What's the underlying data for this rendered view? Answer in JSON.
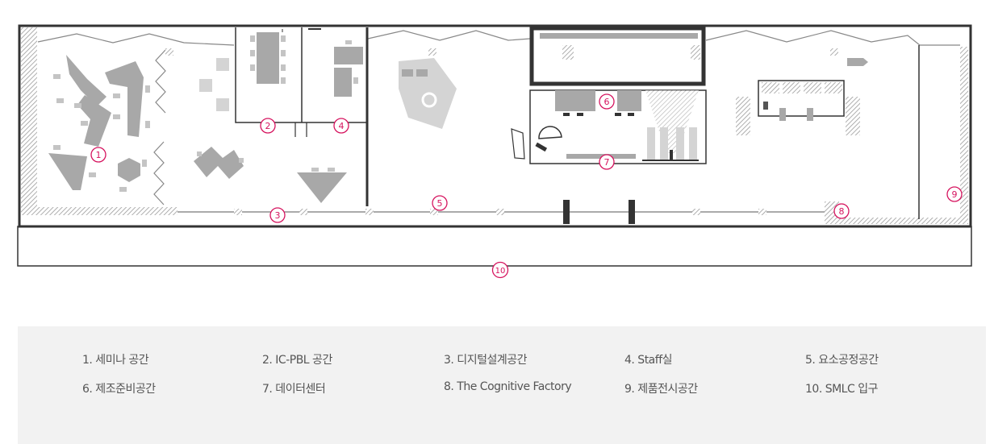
{
  "colors": {
    "accent": "#d6145f",
    "wall": "#333333",
    "furniture": "#a8a8a8",
    "light_furniture": "#d4d4d4",
    "legend_bg": "#f2f2f2"
  },
  "markers": [
    "1",
    "2",
    "3",
    "4",
    "5",
    "6",
    "7",
    "8",
    "9",
    "10"
  ],
  "legend": {
    "items": [
      "1. 세미나 공간",
      "2. IC-PBL 공간",
      "3. 디지털설계공간",
      "4. Staff실",
      "5. 요소공정공간",
      "6. 제조준비공간",
      "7. 데이터센터",
      "8. The Cognitive Factory",
      "9. 제품전시공간",
      "10. SMLC 입구"
    ]
  }
}
